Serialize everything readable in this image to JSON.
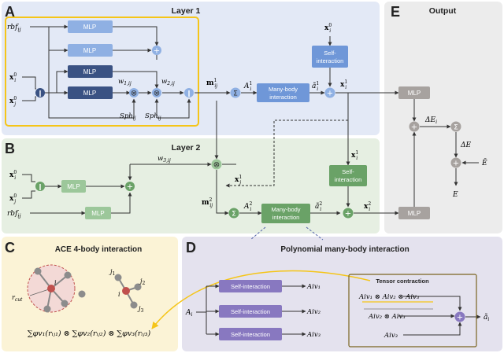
{
  "panels": {
    "A": {
      "letter": "A",
      "title": "Layer 1"
    },
    "B": {
      "letter": "B",
      "title": "Layer 2"
    },
    "C": {
      "letter": "C",
      "title": "ACE 4-body interaction"
    },
    "D": {
      "letter": "D",
      "title": "Polynomial many-body interaction"
    },
    "E": {
      "letter": "E",
      "title": "Output"
    }
  },
  "boxes": {
    "mlp": "MLP",
    "self_interaction_l1": "Self-",
    "self_interaction_l2": "interaction",
    "many_body_l1": "Many-body",
    "many_body_l2": "interaction",
    "self_interaction_full": "Self-interaction",
    "tensor_contraction": "Tensor contraction"
  },
  "symbols": {
    "rbf": "rbf",
    "rbf_sub": "ij",
    "x": "x",
    "m": "m",
    "A": "A",
    "a_tilde": "ã",
    "w1": "w",
    "w1_sub": "1,ij",
    "w2_sub": "2,ij",
    "w3_sub": "3,ij",
    "sph": "Sph",
    "sph_sub": "ij",
    "delta_E_i": "ΔE",
    "delta_E": "ΔE",
    "E_bar": "Ē",
    "E": "E",
    "r_cut": "r",
    "r_cut_sub": "cut",
    "i": "i",
    "j1": "j",
    "ace_formula": "∑φv₁(rᵢⱼ₁) ⊗ ∑φv₂(rᵢⱼ₂) ⊗ ∑φv₃(rᵢⱼ₃)",
    "tc_row1": "Aiv₁ ⊗ Aiv₂ ⊗ Aiv₃",
    "tc_row2": "Aiv₂ ⊗ Aiv₃",
    "tc_row3": "Aiv₃",
    "A_i": "A",
    "A_iv1": "Aiv₁",
    "A_iv2": "Aiv₂",
    "A_iv3": "Aiv₃"
  },
  "colors": {
    "panelA": "#e3e9f6",
    "panelB": "#e6efe2",
    "panelC": "#fbf3d6",
    "panelD": "#e4e2ee",
    "panelE": "#ececec",
    "mlpLight": "#8fb0e3",
    "mlpDark": "#3a5283",
    "selfBlue": "#6f97d8",
    "greenLight": "#9cc79a",
    "greenDark": "#6aa267",
    "purple": "#8878c0",
    "gray": "#a7a29f",
    "yellow": "#f5c518",
    "node": "#c0504d"
  }
}
